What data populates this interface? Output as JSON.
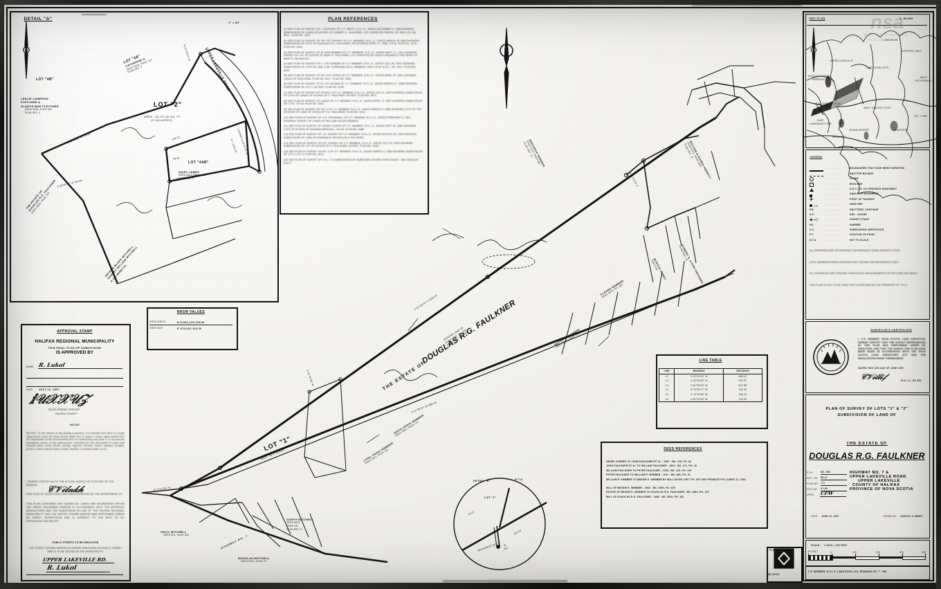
{
  "sheet": {
    "watermark_line1": "nsa",
    "watermark_line2": "NOVA SCOTIA ARCHIVES",
    "watermark_line3": "OF NOVA SCOTIA"
  },
  "detail_a": {
    "title": "DETAIL \"A\"",
    "scale_note": "1\" = 50'",
    "north_label": "N",
    "lot_4b_label": "LOT \"4B\"",
    "owner_left": [
      "LESLIE CAMERON",
      "FLETCHER &",
      "GLADYS MAE FLETCHER",
      "DEED 5935, PAGE 661",
      "PLAN REF. 4"
    ],
    "lot_4a_upper": [
      "LOT \"4A\"",
      "CATHERINE G.",
      "DEED 5925, PAGE 112",
      "PLAN REF. 4"
    ],
    "lot_2_label": "LOT \"2\"",
    "lot_2_area": [
      "AREA - 92,171.00 SQ. FT.",
      "(2.116 ACRES)"
    ],
    "lot_4ab_label": "LOT \"4AB\"",
    "lot_4ab_owner": [
      "DAISY JAMES",
      "DEED 6057, PAGE 661",
      "PLAN REF. 4"
    ],
    "road_label": "UPPER  LAKEVILLE  ROAD",
    "arc_label": "ARC 171.13'",
    "chord_label": "CHORD N 14°32'15\" W",
    "radius_label": "R = 1025.00'",
    "bearing_nw": "N 21°05'15\" W",
    "bearing_sw_1": "S 68°54'45\" W  170.00'",
    "bearing_sw_2": "S 68°54'45\" W  199.86'",
    "bearing_se": "S 69°41'21\" E  301.50'",
    "dim_1": "148.19'",
    "dim_2": "95.00'",
    "estate_note": [
      "THE ESTATE OF",
      "DOUGLAS R.G. FAULKNER",
      "DEED 5928, PAGE 195"
    ],
    "mitchell_note": [
      "ARTHUR BLAKE MITCHELL,",
      "GARNET WILLIAM MITCHELL",
      "& IVA MINETTA"
    ]
  },
  "plan_references": {
    "title": "PLAN REFERENCES",
    "items": [
      "(1)  SEE PLAN OF SURVEY OF J. ANTHONY OF C.F. SMITH, N.S.L.S., DATED DECEMBER 3, 1966 SHOWING SUBDIVISION OF LANDS OF ESTATE OF ROBERT H. FAULKNER, LOT CONVEYED PARCEL OF SAID LOT, AS REG., PLAN NO. 4941.",
      "(2)  SEE PLAN OF SURVEY OF OR. FPC SURVEY OF C.F. WEBBER, N.S.L.S., DATED MARCH 30,1988 SHOWING SUBDIVISION OF LOTS OF DOUGLAS R.G. FAULKNER, REGISTERED APRIL 27, 1988, H.R.M. PLAN NO. 1175, PLAN NO. 5161.",
      "(3)  SEE PLAN OF SURVEY OF M. ANN WEBBER OF C.F. WEBBER, N.S.L.S., DATED SEPT. 17, 1991 SHOWING SURVEY OF LOT OF ESTATE OF MARY E. FAULKNER, LOT CONVEYED BY DEED & BOUNDS & THE HEIRS OF MARY E. REYNOLDS.",
      "(4)  SEE PLAN OF SURVEY OF C. LEE DUNBAR OF C.F. WEBBER, N.S.L.S., DATED JULY 26, 1991 SHOWING SUBDIVISION OF LOTS 4A, 4AB, & 4B, FURNISHED BY A. WEBBER, 1991 H.R.M.  N.S.D., DE. 4971, PLAN NO. 9415.",
      "(5)  SEE PLAN OF SURVEY OF DR. FPC CURVE OF C.F. WEBBER, N.S.L.S., DATED APRIL 23, 1991 SHOWING LANDS OF FAULKNER, PLAN NO. 9417, PLAN NO. 5941.",
      "(6)  SEE PLAN OF SURVEY OF M. LOT SHOWN OF C.F. WEBBER, N.S.L.S., DATED MARCH 27, 1988 SHOWING SUBDIVISION OF LOT 1, AS REG. PLAN NO. 6196.",
      "(7)  SEE PLAN OF SURVEY OF PHASE 2 OF C.F. WEBBER, N.S.L.S., DATED JULY 6, 1990 SHOWING SUBDIVISION OF LOTS OF LANDS OF ESTATE OF C. FAULKNER, AS REG. PLAN NO. 6971.",
      "(8)  SEE PLAN OF SURVEY OF LANDS OF C.F. WEBBER, N.S.L.S., DATED APRIL 11, 1987 SHOWING SUBDIVISION OF LOTS, H.R.M. PLAN NO. 9341.",
      "(9)  SEE PLAN OF SURVEY OF OR. 2 OF C.F. WEBBER, N.S.L.S., DATED MARCH 3, 1989 SHOWING LOTS OF THE DIVISION OF LAND OF DOUGLAS R.G. FAULKNER, PLAN NO. 9412.",
      "(10) SEE PLAN OF SURVEY OF H.H. RIDGEWELL OF C.F. WEBBER, N.S.L.S., DATED FEBRUARY 5, 1991 SHOWING SURVEY OF LANDS OF WILLIAM SILVER WEBBER.",
      "(11) SEE PLAN OF SURVEY OF SIDNEY CURVE OF C.F. WEBBER, N.S.L.S., DATED SEPT 15, 1989 SHOWING LOTS OF ESTATE OF NORMAN BIRCHALL, H.R.M. PLAN NO. 9348.",
      "(12) SEE PLAN OF SURVEY OF J.A. SURVEY OF C.F. WEBBER, N.S.L.S., DATED AUGUST 30, 1990 SHOWING SUBDIVISION OF LAND OF NORMAN B. REYNOLDS & THE HEIRS.",
      "(13) SEE PLAN OF SURVEY OF R.A. SURVEY OF C.F. WEBBER, N.S.L.S., DATED JULY 22, 1990 SHOWING SUBDIVISION OF LOT OF ESTATE OF C. FAULKNER, AS REG. PLAN NO. 6194.",
      "(14) SEE PLAN OF SURVEY OF NO. 2 OF C.F. WEBBER, N.S.L.S., DATED MARCH 3, 1988 SHOWING SUBDIVISION OF LOT & LOT 3, PLAN NO. 6191.",
      "(15) SEE PLAN OF SURVEY OF 2 A.L. 3 & SUBDIVISION OF SUBDIVIDE SHOWN OVER DEEDS - SEE VARIOUS SPLIT\""
    ]
  },
  "nrsm": {
    "title": "NRSM VALUES",
    "rows": [
      {
        "label": "GRID NORTH",
        "value": "N 5,001,125.135 M"
      },
      {
        "label": "GRID EAST",
        "value": "E 475,621.313 M"
      }
    ]
  },
  "approval": {
    "title": "APPROVAL STAMP",
    "line1": "HALIFAX REGIONAL MUNICIPALITY",
    "line2": "THIS FINAL PLAN OF SUBDIVISION",
    "line3": "IS APPROVED BY",
    "field_name_label": "NAME",
    "field_name_value": "R. Lukol",
    "field_date_label": "DATE",
    "field_date_value": "JULY 11, 1997",
    "sig_caption1": "DEVELOPMENT OFFICER",
    "sig_caption2": "HALIFAX COUNTY"
  },
  "legal_notes": {
    "note_title": "NOTICE",
    "note_body": "NOTICE: To the owners of any quality properties, it is advised that there is a legal requirement under the Nova Scotia Water Act to obtain a water rights permit from the Department of the Environment prior to constructing any work in or around the boundaries and/or of any watercourse, including the bed and banks of rivers that includes lakes, lands, ponds, springs, lagoons, streams, marsh, wetland, sloughs, ponds or other natural body of water whether it contains water or not.",
    "certify_line1": "I HEREBY CERTIFY AS TO THE ACTUAL SURVEY AS TO AT ANY OF THE BOUNDS",
    "certify_sig": "C.F. Webber",
    "certify_line2": "THIS PLAN OF SUBDIVISION HAS BEEN APPROVED BY THE DEPARTMENT OF",
    "block_text": "THIS PLAN CONFORMS AND SHOWS ALL LANDS AND BOUNDARIES WITHIN THE AREAS DESCRIBED HEREON IN ACCORDANCE WITH THE APPROVAL REGULATIONS AND THE SUBDIVISION BY-LAW OF THE HALIFAX REGIONAL MUNICIPALITY AND THE SURVEY SHOWN HEREON WAS PERFORMED UNDER MY DIRECT SUPERVISION AND IS CORRECT TO THE BEST OF MY KNOWLEDGE AND BELIEF.",
    "civic_title": "PUBLIC STREETS TO BE DEDICATED",
    "civic_body": "THE STREET SHOWN HEREON IS HEREBY DEDICATED AS PUBLIC STREET AND IS TO BE VESTED IN THE MUNICIPALITY",
    "street_value": "UPPER LAKEVILLE RD.",
    "street_sig": "R. Lukol"
  },
  "key_plan": {
    "title": "KEY PLAN",
    "scale": "1: 50,000",
    "north": "N",
    "labels": [
      "UPPER LAKEVILLE",
      "LAKE CHARLOTTE",
      "LAKE ECHO",
      "PORTERS LAKE",
      "MUSQUODOBOIT HARBOUR",
      "WEST CHEZZETCOOK",
      "HEAD CHEZZETCOOK",
      "EAST LAWRENCETOWN",
      "SEAFORTH",
      "WEST PETPESWICK",
      "GRAND DESERT",
      "MINEVILLE",
      "PORTERS LAKE",
      "NO. 7 HWY"
    ]
  },
  "legend": {
    "title": "LEGEND",
    "items": [
      {
        "sym": "line",
        "desc": "BOUNDARIES THAT HAVE BEEN SURVEYED"
      },
      {
        "sym": "dashed",
        "desc": "ABUTTER BOUNDS"
      },
      {
        "sym": "circle",
        "desc": "FOUND"
      },
      {
        "sym": "open",
        "desc": "IRON BAR"
      },
      {
        "sym": "tri",
        "desc": "N.S.C.C.S. CO-ORDINATE MONUMENT"
      },
      {
        "sym": "sq",
        "desc": "ANGLE OF MONUMENT"
      },
      {
        "sym": "cross",
        "desc": "POINT OF TANGENT"
      },
      {
        "sym": "dot",
        "desc": "DEED REF."
      },
      {
        "sym": "pr",
        "desc": "ABUTTERS, CONTINUE"
      },
      {
        "sym": "ar",
        "desc": "ARC - CHORD"
      },
      {
        "sym": "bar",
        "desc": "SURVEY STAKE"
      },
      {
        "sym": "dd",
        "desc": "NUMBER"
      },
      {
        "sym": "nd",
        "desc": "SUBDIVISION CERTIFICATE"
      },
      {
        "sym": "pll",
        "desc": "POSITION OF POINT"
      },
      {
        "sym": "plt",
        "desc": "NOT TO SCALE"
      }
    ],
    "footnotes": [
      "ALL BEARINGS ARE ASTRONOMIC REFERENCED FROM GEODETIC DATA.",
      "CIVIC NUMBERS WERE ASSIGNED BUT SHOWN FOR REFERENCE ONLY.",
      "ALL DISTANCES ARE GROUND HORIZONTAL MEASUREMENTS IN FEET AND DECIMALS.",
      "THIS PLAN IS NOT TO BE USED FOR CONVEYANCING OR TRANSFER OF TITLE."
    ]
  },
  "surveyor_certificate": {
    "title": "SURVEYOR'S CERTIFICATE",
    "body": "I, C.F. WEBBER, NOVA SCOTIA LAND SURVEYOR, HEREBY CERTIFY THAT THE SURVEY REPRESENTED BY THIS PLAN WAS PERFORMED UNDER MY DIRECTION, AND THAT THE SURVEY AND PLAN HAVE BEEN MADE IN ACCORDANCE WITH THE NOVA SCOTIA LAND SURVEYORS ACT AND THE REGULATIONS MADE THEREUNDER.",
    "date_line": "DATED THIS 12th DAY OF JUNE 1997.",
    "sig": "C.F. Webber",
    "sig_suffix": "N.S.L.S., NO 286",
    "seal_text": [
      "NOVA SCOTIA",
      "LAND",
      "SURVEYOR",
      "286"
    ]
  },
  "title_block": {
    "line1": "PLAN OF SURVEY OF LOTS \"1\" & \"2\"",
    "line2": "SUBDIVISION OF LAND OF",
    "line3": "THE ESTATE OF",
    "owner": "DOUGLAS R.G. FAULKNER",
    "loc1": "HIGHWAY NO. 7 &",
    "loc2": "UPPER LAKEVILLE ROAD",
    "loc3": "UPPER LAKEVILLE",
    "loc4": "COUNTY OF HALIFAX",
    "loc5": "PROVINCE OF NOVA SCOTIA",
    "left_fields": [
      {
        "label": "P.I.D.",
        "value": "NO. 353"
      },
      {
        "label": "REG. NO.",
        "value": "96-11"
      },
      {
        "label": "PLAN NO.",
        "value": "171"
      },
      {
        "label": "FILE NO.",
        "value": "97-28"
      },
      {
        "label": "APPD.",
        "value": "CFW"
      }
    ],
    "date_label": "DATE :",
    "date_value": "JUNE 12, 1997",
    "drawn_label": "DRAWN BY :",
    "drawn_value": "DUDLEY & ABBEY",
    "scale_label": "SCALE :",
    "scale_value": "1 INCH = 200 FEET",
    "scale_ticks": [
      "0",
      "100",
      "200",
      "300",
      "400"
    ],
    "scale_unit": "IN FEET",
    "footer": "C.F. WEBBER, N.S.L.S.   LAKE ECHO, N.S.    DRAWING NO. 7 - 698"
  },
  "plan_stamp": {
    "label": "PLAN NO.",
    "number": "M1 20704"
  },
  "line_table": {
    "title": "LINE TABLE",
    "headers": [
      "LINE",
      "BEARING",
      "DISTANCE"
    ],
    "rows": [
      [
        "L1",
        "S 21°01'20\" W",
        "465.15'"
      ],
      [
        "L2",
        "S 02°43'35\" W",
        "231.97'"
      ],
      [
        "L3",
        "S 61°55'15\" W",
        "812.88'"
      ],
      [
        "L4",
        "N 73°51'27\" W",
        "104.02'"
      ],
      [
        "L5",
        "S 74°10'30\" W",
        "186.10'"
      ],
      [
        "L6",
        "S 81°44'35\" W",
        "109.00'"
      ]
    ]
  },
  "deed_references": {
    "title": "DEED REFERENCES",
    "rows": [
      "HENRY O'BRIEN TO JOHN FAULKNER ET AL  -   1887  -  BK. 128, PG. 84",
      "JOHN FAULKNER ET AL TO WILLIAM FAULKNER - 1904  -  BK. 171, PG. 18",
      "WILLIAM FAULKNER TO PETER FAULKNER       -  1908  -  BK. 215, PG. 219",
      "PETER FAULKNER TO WILLIAM P. WEBBER      -  1947  -  BK. 889, PG. 81",
      "WILLIAM P. WEBBER TO BESSIE E. WEBBER BY WILL DATED 1957, PG. 597 AND PROBATE FOLLOWED 11, 1962",
      "WILL OF BESSIE E. WEBBER - 1962 - BK. 3080, PG. 629",
      "ESTATE OF BESSIE E. WEBBER TO DOUGLAS R.G. FAULKNER - BK. 4981, PG. 187",
      "WILL OF DOUGLAS R.G. FAULKNER - 1988 - BK. 5000, PG. 181"
    ]
  },
  "detail_b": {
    "title": "DETAIL \"B\"",
    "nts": "N.T.S.",
    "lot_label": "LOT \"1\"",
    "dim_left": "33.01'",
    "dim_right": "522.33'",
    "note": [
      "IB",
      "SET",
      "MONUMENT NO. 7"
    ]
  },
  "main_plan": {
    "north_label": "N",
    "estate_label": "THE ESTATE OF",
    "owner_label": "DOUGLAS R.G. FAULKNER",
    "owner_deed": [
      "REMAINS LAND OF",
      "DEED 5000, PG. 181",
      "DEED 4981, PG. 187"
    ],
    "lot1_label": "LOT \"1\"",
    "lot1_area": [
      "AREA - 36.97 ACRES"
    ],
    "abutters": [
      {
        "name": "WINTHROP WEBBER",
        "sub": [
          "DEED 5112, PAGE 661",
          "PLAN REF. 10"
        ]
      },
      {
        "name": "WILLIAM & DONNA HERRITT",
        "sub": [
          "DEED 6112, PAGE 1091",
          "PLAN REF. 11"
        ]
      },
      {
        "name": "CLAUDE WEBBER",
        "sub": [
          "DEED 5976, PG. 601"
        ]
      },
      {
        "name": "WAYNE D. WEBBER",
        "sub": [
          "DEED 5912, PAGE 181"
        ]
      },
      {
        "name": "MYRTLE CAREY",
        "sub": [
          "DEED 611"
        ]
      },
      {
        "name": "ROBERT A. & ANN ORCHARD",
        "sub": [
          "PLAN REF. 12"
        ]
      },
      {
        "name": "KEITH CRAIG WEBBER",
        "sub": [
          "DEED 5961, PAGE 110"
        ]
      },
      {
        "name": "CYRIL CRAIG WEBBER",
        "sub": [
          "DEED 5921, PAGE 116"
        ]
      },
      {
        "name": "CECIL MITCHELL",
        "sub": [
          "DEED 601, PAGE 661"
        ]
      },
      {
        "name": "DOUGLAS MITCHELL",
        "sub": [
          "DEED 5941, PAGE 22"
        ]
      },
      {
        "name": "GARTH MITCHELL",
        "sub": [
          "DEED 5912",
          "PAGE 611",
          "PLAN REF. 6"
        ]
      }
    ],
    "road_label": "HIGHWAY  NO.  7",
    "bearings": [
      "N 61°55'15\" E   1528.26'",
      "S 61°55'15\" W   1880.64'",
      "N 21°01'20\" E",
      "S 74°10'30\" W",
      "S 81°44'35\" W"
    ]
  }
}
